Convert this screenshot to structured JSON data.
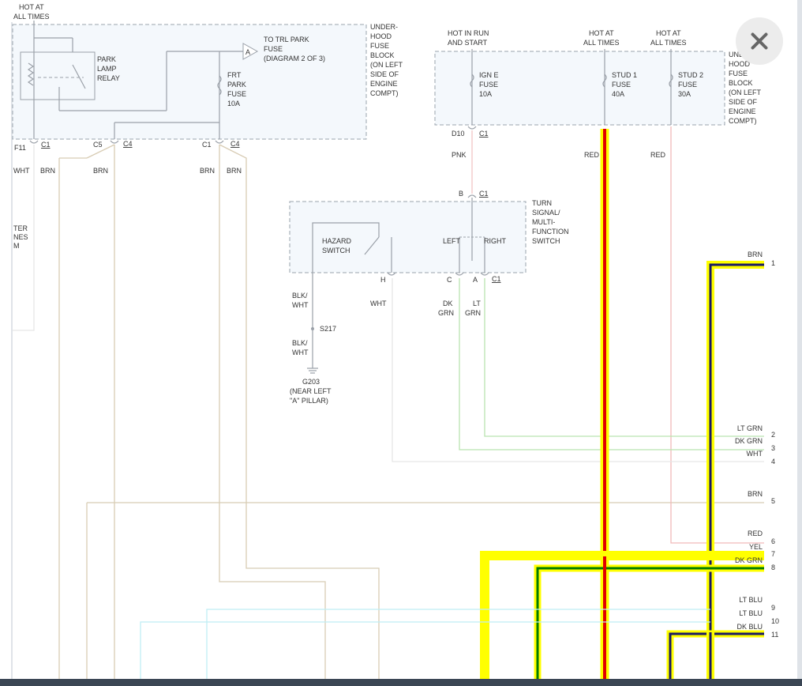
{
  "viewer": {
    "close_label": "✕",
    "close_icon": "close-icon"
  },
  "wire_colors": {
    "yellow_highlight": "#ffff00",
    "red": "#e00000",
    "dk_green": "#007a00",
    "dk_blue": "#1a1a66",
    "brn": "#d8ccb4"
  },
  "left_block": {
    "hot_label": [
      "HOT AT",
      "ALL TIMES"
    ],
    "relay_label": [
      "PARK",
      "LAMP",
      "RELAY"
    ],
    "trl_label": [
      "TO TRL PARK",
      "FUSE",
      "(DIAGRAM 2 OF 3)"
    ],
    "trl_connector": "A",
    "fuse_label": [
      "FRT",
      "PARK",
      "FUSE",
      "10A"
    ],
    "block_label": [
      "UNDER-",
      "HOOD",
      "FUSE",
      "BLOCK",
      "(ON LEFT",
      "SIDE OF",
      "ENGINE",
      "COMPT)"
    ],
    "connectors": {
      "f11": "F11",
      "c1a": "C1",
      "c5": "C5",
      "c4a": "C4",
      "c1b": "C1",
      "c4b": "C4"
    },
    "wires": {
      "wht": "WHT",
      "brn1": "BRN",
      "brn2": "BRN",
      "brn3": "BRN",
      "brn4": "BRN"
    },
    "partial_text": [
      "TER",
      "NES",
      "M"
    ]
  },
  "right_block": {
    "hot_run": [
      "HOT IN RUN",
      "AND START"
    ],
    "hot_all1": [
      "HOT AT",
      "ALL TIMES"
    ],
    "hot_all2": [
      "HOT AT",
      "ALL TIMES"
    ],
    "fuse1": [
      "IGN E",
      "FUSE",
      "10A"
    ],
    "fuse2": [
      "STUD 1",
      "FUSE",
      "40A"
    ],
    "fuse3": [
      "STUD 2",
      "FUSE",
      "30A"
    ],
    "block_label": [
      "UNDER-",
      "HOOD",
      "FUSE",
      "BLOCK",
      "(ON LEFT",
      "SIDE OF",
      "ENGINE",
      "COMPT)"
    ],
    "d10": "D10",
    "c1": "C1",
    "wires": {
      "pnk": "PNK",
      "red1": "RED",
      "red2": "RED"
    }
  },
  "turn_switch": {
    "b_label": "B",
    "c1_top": "C1",
    "name": [
      "TURN",
      "SIGNAL/",
      "MULTI-",
      "FUNCTION",
      "SWITCH"
    ],
    "hazard": [
      "HAZARD",
      "SWITCH"
    ],
    "left": "LEFT",
    "right": "RIGHT",
    "pins": {
      "h": "H",
      "c": "C",
      "a": "A",
      "c1": "C1"
    },
    "wires": {
      "wht": "WHT",
      "dk_grn": [
        "DK",
        "GRN"
      ],
      "lt_grn": [
        "LT",
        "GRN"
      ]
    }
  },
  "ground": {
    "blk_wht1": [
      "BLK/",
      "WHT"
    ],
    "splice": "S217",
    "blk_wht2": [
      "BLK/",
      "WHT"
    ],
    "g203": [
      "G203",
      "(NEAR LEFT",
      "\"A\" PILLAR)"
    ]
  },
  "connector_pins": [
    {
      "pin": "1",
      "color": "BRN"
    },
    {
      "pin": "2",
      "color": "LT GRN"
    },
    {
      "pin": "3",
      "color": "DK GRN"
    },
    {
      "pin": "4",
      "color": "WHT"
    },
    {
      "pin": "5",
      "color": "BRN"
    },
    {
      "pin": "6",
      "color": "RED"
    },
    {
      "pin": "7",
      "color": "YEL"
    },
    {
      "pin": "8",
      "color": "DK GRN"
    },
    {
      "pin": "9",
      "color": "LT BLU"
    },
    {
      "pin": "10",
      "color": "LT BLU"
    },
    {
      "pin": "11",
      "color": "DK BLU"
    }
  ]
}
